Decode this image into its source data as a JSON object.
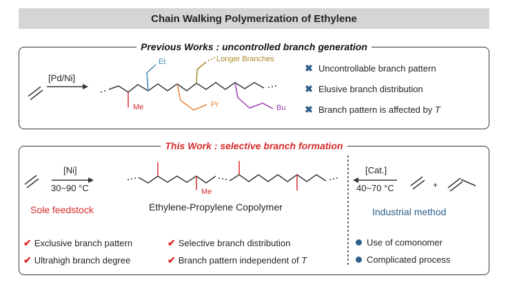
{
  "title": "Chain Walking Polymerization of Ethylene",
  "previous": {
    "label": "Previous Works : uncontrolled branch generation",
    "catalyst": "[Pd/Ni]",
    "branch_labels": {
      "et": "Et",
      "me": "Me",
      "pr": "Pr",
      "bu": "Bu",
      "longer": "Longer Branches"
    },
    "bullets": [
      "Uncontrollable branch pattern",
      "Elusive branch distribution",
      "Branch pattern is affected by "
    ],
    "bullet_T": "T"
  },
  "this_work": {
    "label": "This Work : selective branch formation",
    "catalyst": "[Ni]",
    "temperature": "30~90 °C",
    "me_label": "Me",
    "product": "Ethylene-Propylene Copolymer",
    "feedstock": "Sole feedstock",
    "features": [
      "Exclusive branch pattern",
      "Selective branch distribution",
      "Ultrahigh branch degree",
      "Branch pattern independent of "
    ],
    "feature_T": "T",
    "industrial": {
      "catalyst": "[Cat.]",
      "temperature": "40~70 °C",
      "plus": "+",
      "label": "Industrial method",
      "drawbacks": [
        "Use of comonomer",
        "Complicated process"
      ]
    }
  },
  "colors": {
    "red": "#d62b2b",
    "blue": "#2e5f8a",
    "et": "#3a86b5",
    "pr": "#e8843a",
    "bu": "#9b3fb5",
    "longer": "#a88a2a"
  }
}
